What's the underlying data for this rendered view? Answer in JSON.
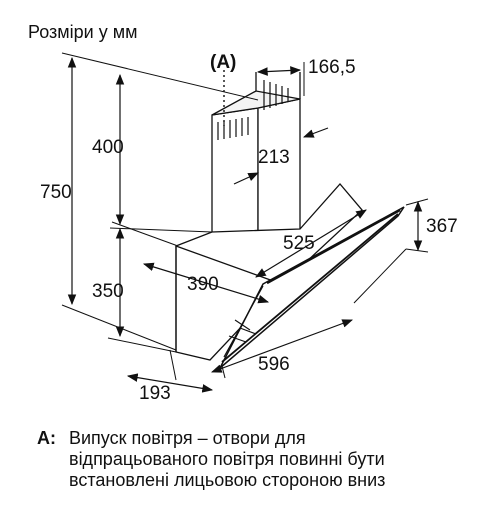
{
  "title": "Розміри у мм",
  "dimensions": {
    "a_label": "(A)",
    "d_1665": "166,5",
    "d_400": "400",
    "d_213": "213",
    "d_750": "750",
    "d_367": "367",
    "d_525": "525",
    "d_390": "390",
    "d_350": "350",
    "d_596": "596",
    "d_193": "193"
  },
  "note": {
    "key": "A:",
    "lines": [
      "Випуск повітря – отвори для",
      "відпрацьованого повітря повинні бути",
      "встановлені лицьовою стороною вниз"
    ]
  }
}
